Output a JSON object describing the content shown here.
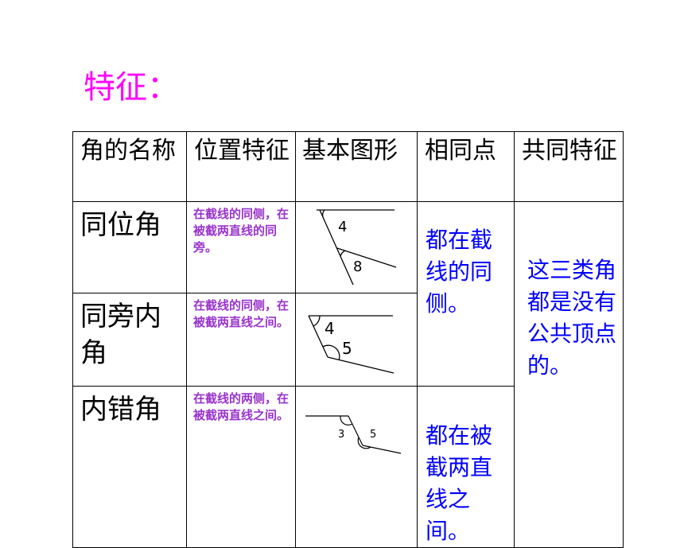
{
  "colors": {
    "title": "#ff00ff",
    "position_text": "#9933cc",
    "blue_text": "#0000ff",
    "border": "#000000"
  },
  "title": "特征：",
  "headers": [
    "角的名称",
    "位置特征",
    "基本图形",
    "相同点",
    "共同特征"
  ],
  "rows": [
    {
      "name": "同位角",
      "position": "在截线的同侧，在被截两直线的同旁。",
      "figure_labels": [
        "4",
        "8"
      ]
    },
    {
      "name": "同旁内角",
      "position": "在截线的同侧，在被截两直线之间。",
      "figure_labels": [
        "4",
        "5"
      ]
    },
    {
      "name": "内错角",
      "position": "在截线的两侧，在被截两直线之间。",
      "figure_labels": [
        "3",
        "5"
      ]
    }
  ],
  "same_points": [
    "都在截线的同侧。",
    "都在被截两直线之间。"
  ],
  "common_feature": "这三类角都是没有公共顶点的。"
}
